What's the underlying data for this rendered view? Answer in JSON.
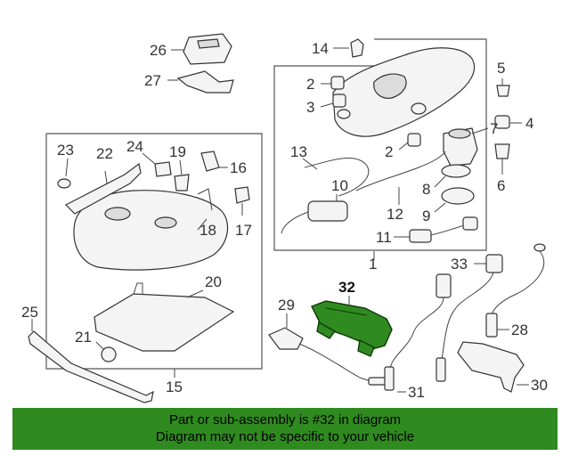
{
  "callouts": {
    "c1": "1",
    "c2a": "2",
    "c2b": "2",
    "c3": "3",
    "c4": "4",
    "c5": "5",
    "c6": "6",
    "c7": "7",
    "c8": "8",
    "c9": "9",
    "c10": "10",
    "c11": "11",
    "c12": "12",
    "c13": "13",
    "c14": "14",
    "c15": "15",
    "c16": "16",
    "c17": "17",
    "c18": "18",
    "c19": "19",
    "c20": "20",
    "c21": "21",
    "c22": "22",
    "c23": "23",
    "c24": "24",
    "c25": "25",
    "c26": "26",
    "c27": "27",
    "c28": "28",
    "c29": "29",
    "c30": "30",
    "c31": "31",
    "c32": "32",
    "c33": "33"
  },
  "highlight_color": "#2f8a1f",
  "banner": {
    "line1": "Part or sub-assembly is #32 in diagram",
    "line2": "Diagram may not be specific to your vehicle"
  }
}
